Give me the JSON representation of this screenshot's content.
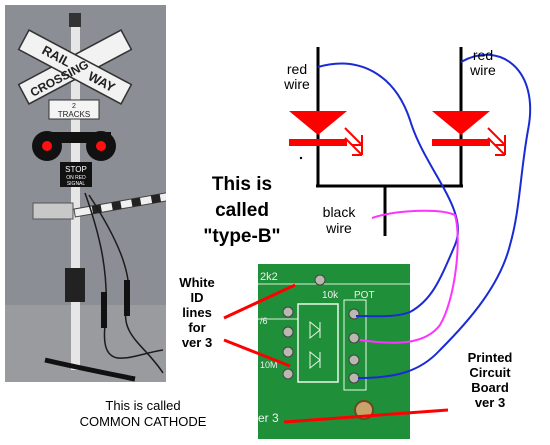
{
  "photo_crossing": {
    "sign_top": "RAIL",
    "sign_mid": "CROSSING",
    "sign_bottom": "WAY",
    "tracks_badge": "2",
    "tracks_label": "TRACKS",
    "stop_label": "STOP",
    "stop_sub1": "ON RED",
    "stop_sub2": "SIGNAL"
  },
  "photo_pcb": {
    "resistor_label": "2k2",
    "pot_label": "POT",
    "pot_value": "10k",
    "side_label_a": "/6",
    "side_label_b": "10M",
    "version_label": "er 3"
  },
  "labels": {
    "title": "This is\ncalled\n\"type-B\"",
    "red_wire_left": "red\nwire",
    "red_wire_right": "red\nwire",
    "black_wire": "black\nwire",
    "white_id": "White\nID\nlines\nfor\nver 3",
    "pcb": "Printed\nCircuit\nBoard\nver 3",
    "common_cathode": "This is called\nCOMMON CATHODE"
  },
  "colors": {
    "led": "#ff0000",
    "blue_wire": "#1a2bd6",
    "magenta_wire": "#ff33ff",
    "pointer": "#ff0000",
    "pcb_green": "#1f8f3a",
    "photo_bg": "#8f9198"
  }
}
